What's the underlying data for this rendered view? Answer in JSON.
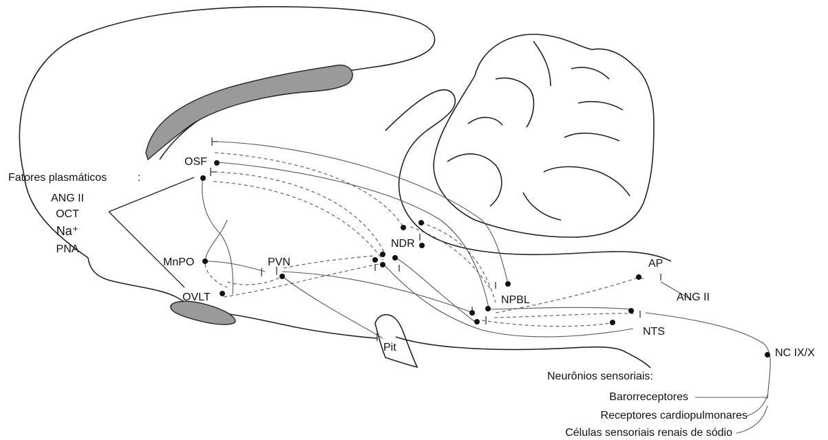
{
  "plasma": {
    "heading": "Fatores plasmáticos",
    "items": [
      "ANG II",
      "OCT",
      "Na⁺",
      "PNA"
    ]
  },
  "nuclei": {
    "osf": "OSF",
    "mnpo": "MnPO",
    "ovlt": "OVLT",
    "pvn": "PVN",
    "ndr": "NDR",
    "npbl": "NPBL",
    "ap": "AP",
    "nts": "NTS",
    "pit": "Pit",
    "nc": "NC IX/X"
  },
  "ap_input": "ANG II",
  "sensory": {
    "heading": "Neurônios sensoriais:",
    "items": [
      "Barorreceptores",
      "Receptores cardiopulmonares",
      "Células sensoriais renais de sódio"
    ]
  },
  "colors": {
    "stroke": "#222222",
    "ventricle_fill": "#9a9a9a",
    "dot": "#111111"
  }
}
